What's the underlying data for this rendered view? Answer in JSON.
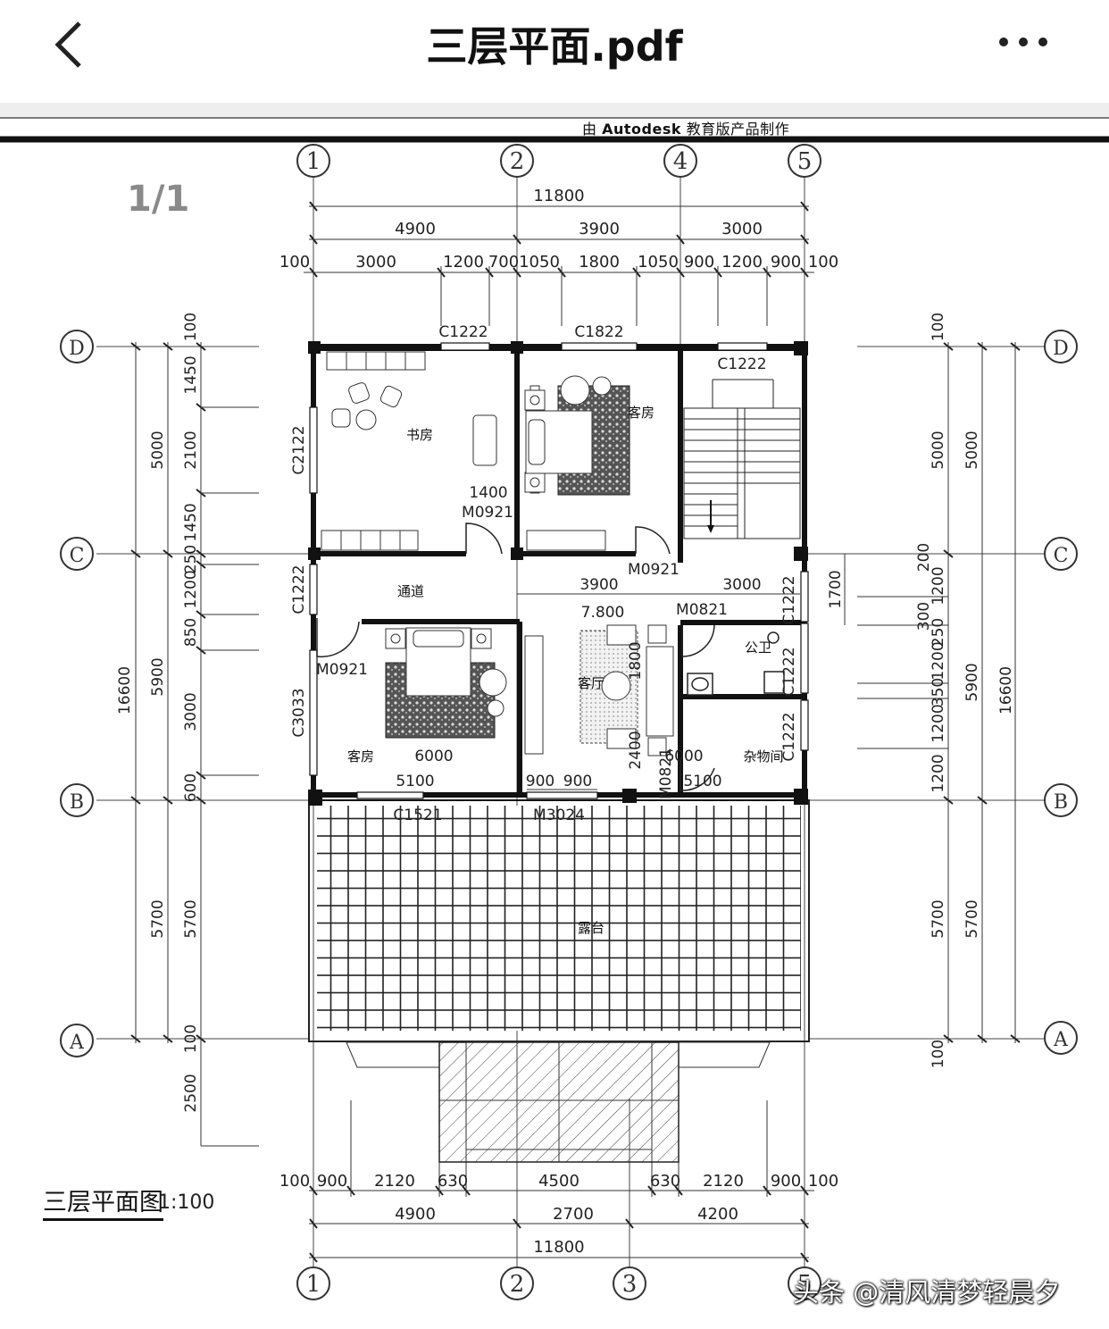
{
  "header": {
    "title": "三层平面.pdf"
  },
  "viewer": {
    "page_indicator": "1/1",
    "banner_prefix": "由 ",
    "banner_brand": "Autodesk",
    "banner_suffix": " 教育版产品制作"
  },
  "plan": {
    "title": "三层平面图",
    "scale": "1:100",
    "axes_top": [
      "1",
      "2",
      "4",
      "5"
    ],
    "axes_bottom": [
      "1",
      "2",
      "3",
      "5"
    ],
    "axes_rows": [
      "D",
      "C",
      "B",
      "A"
    ],
    "dims_top_total": "11800",
    "dims_top_mid": [
      "4900",
      "3900",
      "3000"
    ],
    "dims_top_detail": [
      "100",
      "3000",
      "1200",
      "700",
      "1050",
      "1800",
      "1050",
      "900",
      "1200",
      "900",
      "100"
    ],
    "dims_bottom_detail": [
      "100",
      "900",
      "2120",
      "630",
      "4500",
      "630",
      "2120",
      "900",
      "100"
    ],
    "dims_bottom_mid": [
      "4900",
      "2700",
      "4200"
    ],
    "dims_bottom_total": "11800",
    "dims_left_total": "16600",
    "dims_left_mid": [
      "5000",
      "5900",
      "5700"
    ],
    "dims_left_detail": [
      "100",
      "1450",
      "2100",
      "1450",
      "250",
      "1200",
      "850",
      "3000",
      "600",
      "5700",
      "100",
      "2500"
    ],
    "dims_right_total": "16600",
    "dims_right_mid": [
      "5000",
      "5900",
      "5700"
    ],
    "dims_right_detail": [
      "100",
      "5000",
      "200",
      "1200",
      "300",
      "250",
      "1200",
      "350",
      "1200",
      "1200",
      "5700",
      "100"
    ],
    "dim_1700": "1700",
    "interior": {
      "d1400": "1400",
      "d3900": "3900",
      "d3000": "3000",
      "elev": "7.800",
      "d1800": "1800",
      "d2400": "2400",
      "d6000a": "6000",
      "d6000b": "6000",
      "d5100a": "5100",
      "d5100b": "5100",
      "d900a": "900",
      "d900b": "900"
    },
    "rooms": {
      "study": "书房",
      "guest1": "客房",
      "guest2": "客房",
      "corridor": "通道",
      "living": "客厅",
      "toilet": "公卫",
      "storage": "杂物间",
      "terrace": "露台"
    },
    "openings": {
      "c1222_top": "C1222",
      "c1822": "C1822",
      "c1222_stair": "C1222",
      "c2122": "C2122",
      "m0921_study": "M0921",
      "m0921_guest": "M0921",
      "c1222_left": "C1222",
      "m0921_left": "M0921",
      "c3033": "C3033",
      "m0821_wc": "M0821",
      "c1222_r1": "C1222",
      "c1222_r2": "C1222",
      "c1222_r3": "C1222",
      "c1521": "C1521",
      "m3024": "M3024",
      "m0821_b": "M0821"
    }
  },
  "watermark": "头条 @清风清梦轻晨夕"
}
